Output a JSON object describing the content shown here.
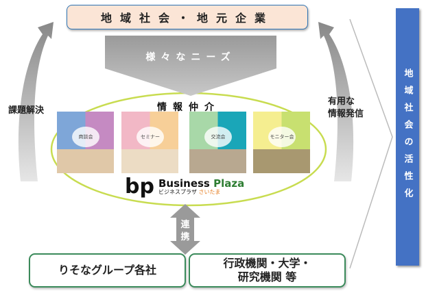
{
  "top_box": "地域社会・地元企業",
  "needs_arrow": "様々なニーズ",
  "left_label": "課題解決",
  "right_label": [
    "有用な",
    "情報発信"
  ],
  "center_title": "情報仲介",
  "panels": [
    {
      "label": "商談会",
      "colors": [
        "#7ea6d8",
        "#c58ac2",
        "#f0a050"
      ]
    },
    {
      "label": "セミナー",
      "colors": [
        "#f2b8c6",
        "#f7cf98",
        "#e8d8c0"
      ]
    },
    {
      "label": "交流会",
      "colors": [
        "#a8d8a8",
        "#1aa6b8",
        "#b8a890"
      ]
    },
    {
      "label": "モニター会",
      "colors": [
        "#f5ee90",
        "#c8e070",
        "#a89870"
      ]
    }
  ],
  "logo": {
    "mark": "bp",
    "name_main": "Business ",
    "name_accent": "Plaza",
    "kana": "ビジネスプラザ ",
    "kana_accent": "さいたま"
  },
  "link_arrow": "連携",
  "bottom_left": "りそなグループ各社",
  "bottom_right": [
    "行政機関・大学・",
    "研究機関 等"
  ],
  "side_bar": "地域社会の活性化",
  "colors": {
    "blue": "#4472c4",
    "green_border": "#3a8a5a",
    "peach": "#fbe5d6"
  }
}
